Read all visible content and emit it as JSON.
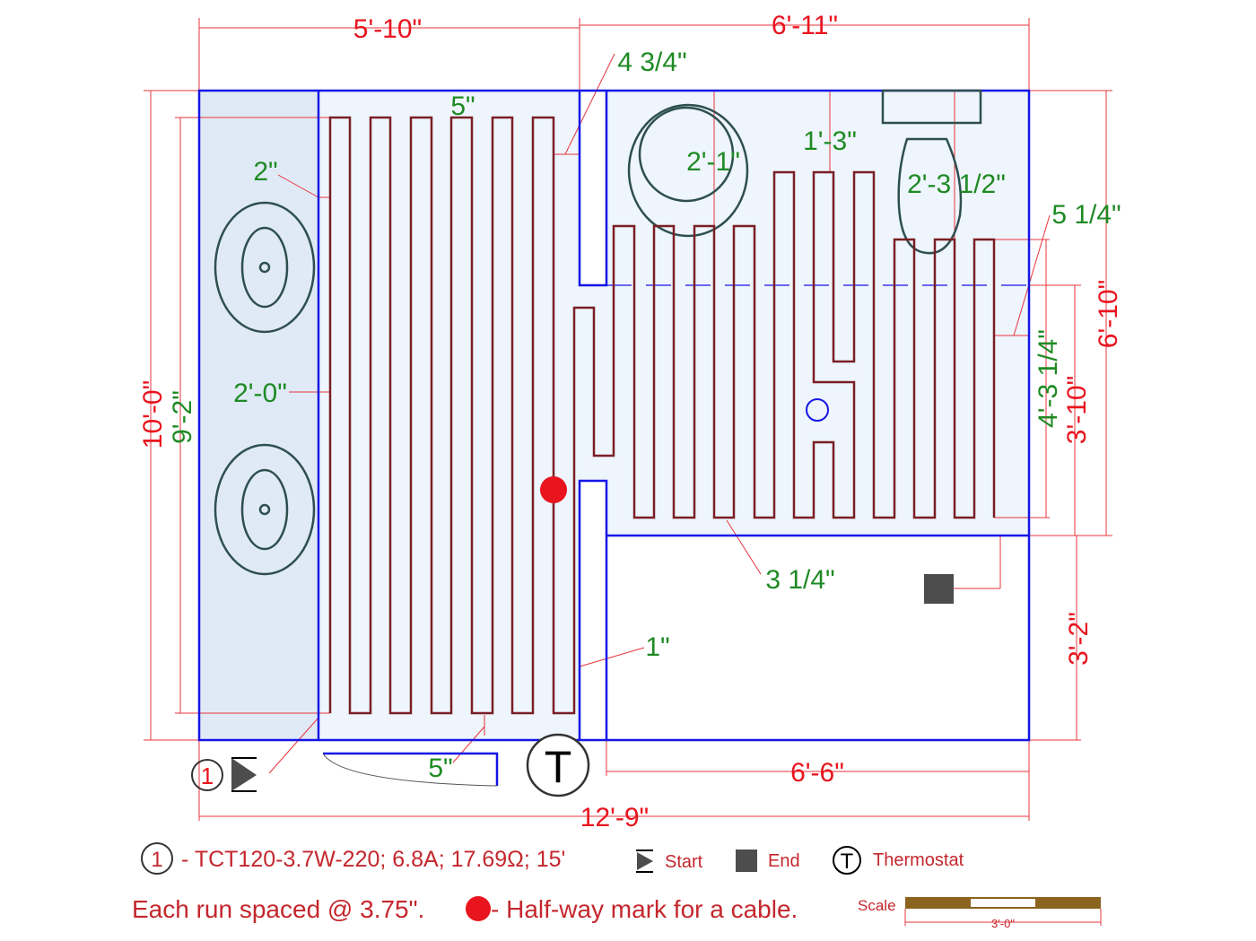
{
  "dimensions": {
    "top_left": "5'-10\"",
    "top_right": "6'-11\"",
    "left_total": "10'-0\"",
    "right_upper": "6'-10\"",
    "right_mid": "3'-10\"",
    "right_lower": "3'-2\"",
    "bottom_right": "6'-6\"",
    "bottom_total": "12'-9\""
  },
  "spacings": {
    "partition_gap": "4 3/4\"",
    "top_gap": "5\"",
    "left_gap": "2\"",
    "tub": "2'-1\"",
    "run_top": "1'-3\"",
    "toilet": "2'-3 1/2\"",
    "right_gap": "5 1/4\"",
    "run_length": "9'-2\"",
    "vanity": "2'-0\"",
    "right_run": "4'-3 1/4\"",
    "bottom_gap": "3 1/4\"",
    "wall_gap": "1\"",
    "bottom_left_gap": "5\""
  },
  "symbols": {
    "cable_number": "1",
    "thermostat": "T"
  },
  "legend": {
    "cable_number": "1",
    "cable_spec": "- TCT120-3.7W-220; 6.8A; 17.69Ω; 15'",
    "start": "Start",
    "end": "End",
    "thermostat_symbol": "T",
    "thermostat": "Thermostat",
    "spacing_note": "Each run spaced @ 3.75\".",
    "halfway_note": "- Half-way mark for a cable.",
    "scale_label": "Scale",
    "scale_value": "3'-0\""
  },
  "colors": {
    "cable": "#7a1f24",
    "wall": "#1515e6",
    "heated_floor": "#eef5fc",
    "dimension": "#e8141e",
    "spacing": "#1f8a24"
  }
}
